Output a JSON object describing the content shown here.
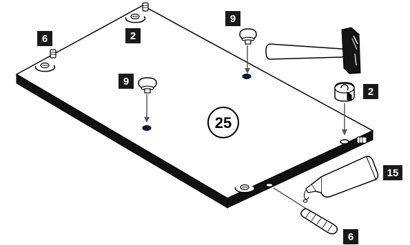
{
  "panel_number": "25",
  "callouts": {
    "cam_lock_back": "6",
    "cam_lock_top": "2",
    "screw_cap_left": "9",
    "screw_cap_right": "9",
    "cam_lock_right": "2",
    "glue_tube": "15",
    "dowel": "6"
  },
  "colors": {
    "ink": "#000000",
    "tag_bg": "#1a1a1a",
    "paper": "#ffffff"
  },
  "icons": [
    "hammer-icon",
    "glue-tube-icon",
    "wooden-dowel-icon",
    "cam-lock-icon",
    "screw-cap-icon",
    "cam-bolt-icon"
  ]
}
